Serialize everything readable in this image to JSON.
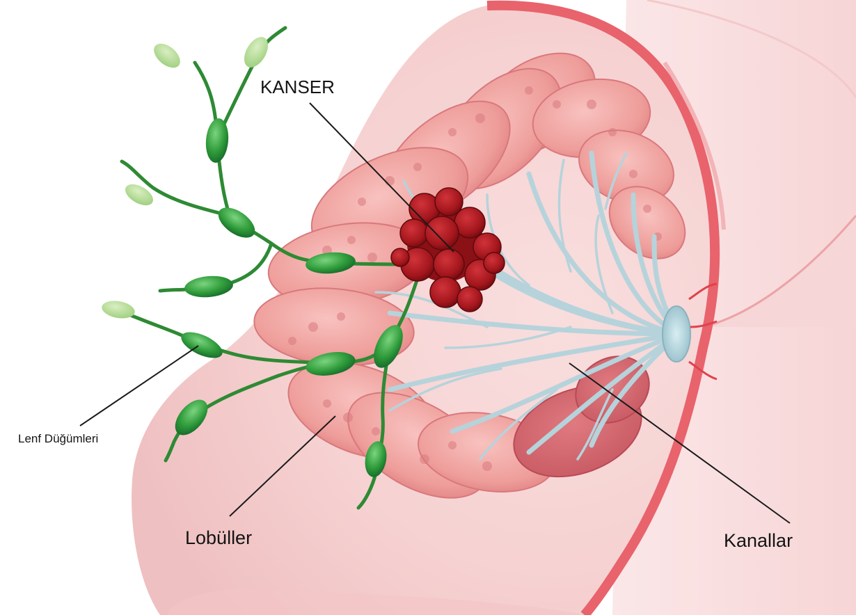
{
  "labels": {
    "cancer": "KANSER",
    "lymph_nodes": "Lenf Düğümleri",
    "lobules": "Lobüller",
    "ducts": "Kanallar"
  },
  "colors": {
    "skin": "#f7d2d2",
    "skin_edge": "#e0414c",
    "lobule": "#ef9f9c",
    "lobule_dark": "#d86f74",
    "duct": "#b6d3db",
    "tumor": "#a3161c",
    "lymph_node": "#2e9a3a",
    "lymph_vessel": "#2e8a34"
  }
}
